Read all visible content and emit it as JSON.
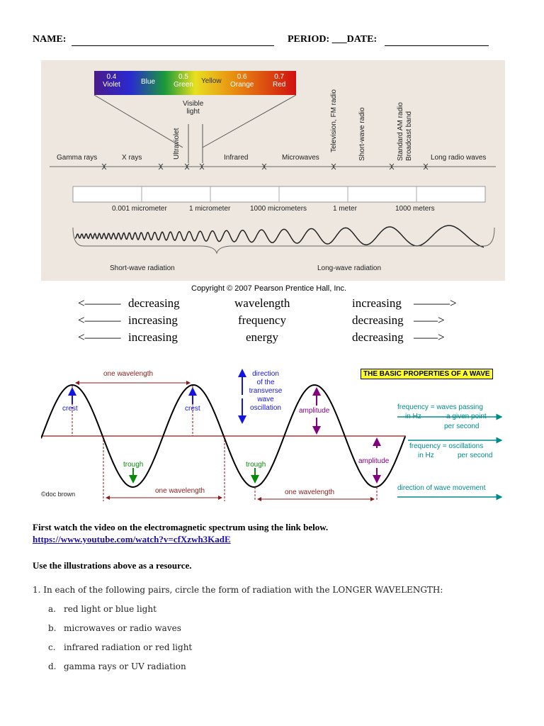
{
  "header": {
    "name_label": "NAME:",
    "period_label": "PERIOD: ___DATE:"
  },
  "em_spectrum": {
    "visible_scale": [
      {
        "value": "0.4",
        "name": "Violet"
      },
      {
        "value": "",
        "name": "Blue"
      },
      {
        "value": "0.5",
        "name": "Green"
      },
      {
        "value": "",
        "name": "Yellow"
      },
      {
        "value": "0.6",
        "name": "Orange"
      },
      {
        "value": "0.7",
        "name": "Red"
      }
    ],
    "visible_light": "Visible\nlight",
    "regions": [
      "Gamma rays",
      "X rays",
      "Ultraviolet",
      "Infrared",
      "Microwaves",
      "Television, FM radio",
      "Short-wave radio",
      "Standard AM radio",
      "Broadcast band",
      "Long radio waves"
    ],
    "scale_labels": [
      "0.001 micrometer",
      "1 micrometer",
      "1000 micrometers",
      "1 meter",
      "1000 meters"
    ],
    "short_wave": "Short-wave radiation",
    "long_wave": "Long-wave radiation",
    "copyright": "Copyright © 2007 Pearson Prentice Hall, Inc."
  },
  "trend_rows": [
    {
      "left": "decreasing",
      "middle": "wavelength",
      "right": "increasing"
    },
    {
      "left": "increasing",
      "middle": "frequency",
      "right": "decreasing"
    },
    {
      "left": "increasing",
      "middle": "energy",
      "right": "decreasing"
    }
  ],
  "wave_diagram": {
    "title": "THE BASIC PROPERTIES OF A WAVE",
    "one_wavelength": "one wavelength",
    "crest": "crest",
    "trough": "trough",
    "amplitude": "amplitude",
    "direction_osc": "direction\nof the\ntransverse\nwave\noscillation",
    "freq1a": "frequency = waves passing",
    "freq1b": "in Hz",
    "freq1c": "a given point",
    "freq1d": "per second",
    "freq2a": "frequency = oscillations",
    "freq2b": "in Hz",
    "freq2c": "per second",
    "direction_move": "direction of wave movement",
    "credit": "©doc brown",
    "colors": {
      "wave": "#000000",
      "red": "#8b1a1a",
      "blue": "#1515e0",
      "green": "#0a8a0a",
      "purple": "#800080",
      "teal": "#008b8b"
    }
  },
  "instructions": {
    "line1": "First watch the video on the electromagnetic spectrum using the link below.",
    "link": "https://www.youtube.com/watch?v=cfXzwh3KadE",
    "line2": "Use the illustrations above as a resource."
  },
  "question1": {
    "prompt": "1. In each of the following pairs, circle the form of radiation with the LONGER WAVELENGTH:",
    "items": [
      {
        "letter": "a.",
        "text": "red light or blue light"
      },
      {
        "letter": "b.",
        "text": "microwaves or radio waves"
      },
      {
        "letter": "c.",
        "text": "infrared radiation or red light"
      },
      {
        "letter": "d.",
        "text": "gamma rays or UV radiation"
      }
    ]
  }
}
